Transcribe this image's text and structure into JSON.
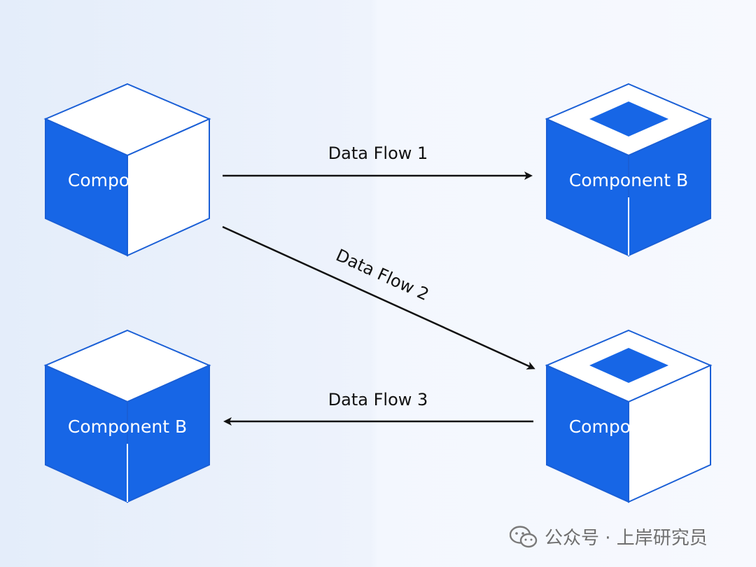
{
  "colors": {
    "cube_blue": "#1766e6",
    "cube_white": "#ffffff",
    "stroke": "#1a5fd6",
    "arrow": "#111111"
  },
  "components": {
    "a": {
      "label": "Component A"
    },
    "b_top": {
      "label": "Component B"
    },
    "b_bottom": {
      "label": "Component B"
    },
    "c": {
      "label": "Component C"
    }
  },
  "flows": {
    "flow1": {
      "label": "Data Flow 1"
    },
    "flow2": {
      "label": "Data Flow 2"
    },
    "flow3": {
      "label": "Data Flow 3"
    }
  },
  "watermark": {
    "text": "公众号 · 上岸研究员",
    "icon": "wechat-icon"
  }
}
